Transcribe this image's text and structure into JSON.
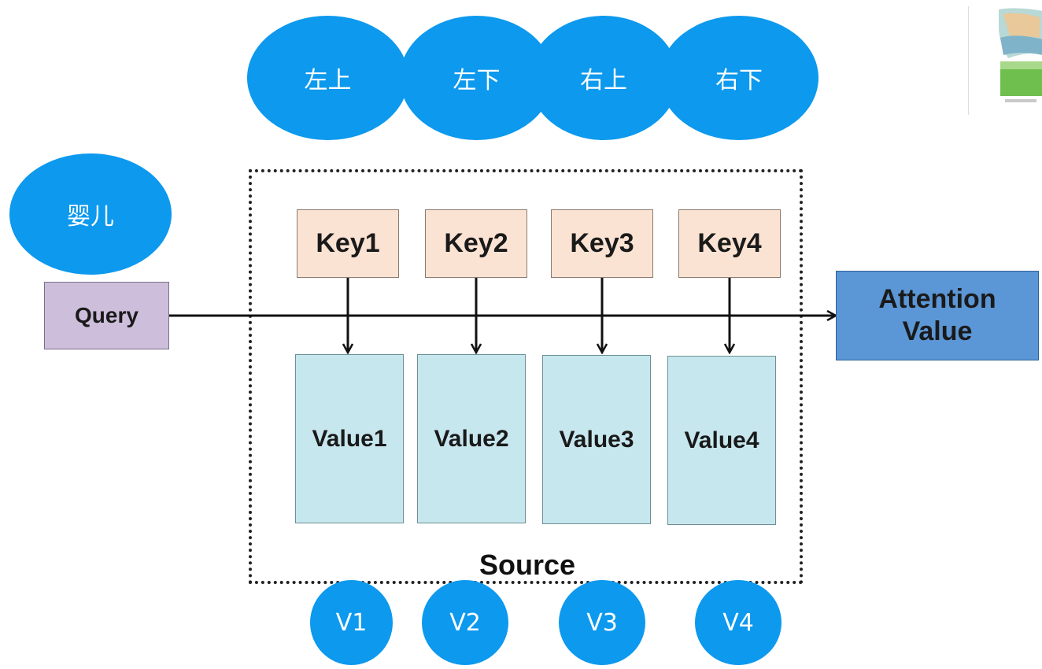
{
  "colors": {
    "ellipse_fill": "#0c99ee",
    "query_fill": "#cdbfdc",
    "key_fill": "#fbe3d3",
    "value_fill": "#c7e7ee",
    "attention_fill": "#5b96d6",
    "arrow": "#111111"
  },
  "positions_labels": [
    "左上",
    "左下",
    "右上",
    "右下"
  ],
  "query_concept": "婴儿",
  "query": "Query",
  "keys": [
    "Key1",
    "Key2",
    "Key3",
    "Key4"
  ],
  "values": [
    "Value1",
    "Value2",
    "Value3",
    "Value4"
  ],
  "source": "Source",
  "attention": {
    "line1": "Attention",
    "line2": "Value"
  },
  "v_labels": [
    "V1",
    "V2",
    "V3",
    "V4"
  ],
  "thumbnail_icon": "image-thumbnail-icon"
}
